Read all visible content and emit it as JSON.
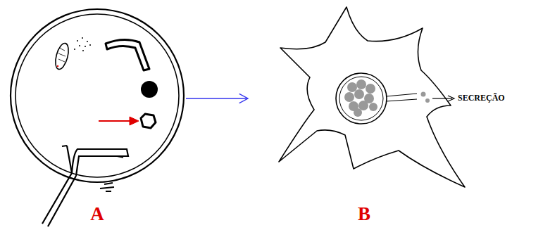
{
  "diagram": {
    "nodes": [
      {
        "text": [
          "A"
        ]
      },
      {
        "text": [
          "B"
        ]
      }
    ],
    "edges": [
      {
        "from": 0,
        "to": 1,
        "arrow": "to"
      }
    ],
    "labels": [
      "SECREÇÃO"
    ]
  }
}
